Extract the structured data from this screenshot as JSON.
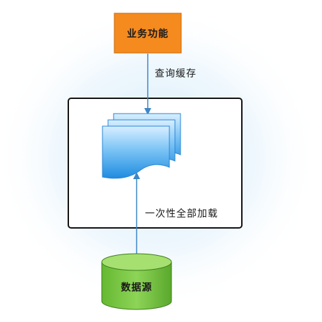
{
  "diagram": {
    "nodes": {
      "business": {
        "label": "业务功能",
        "fill": "#f58a1f"
      },
      "cache": {
        "icon": "stacked-documents-icon",
        "fill": "#3fa0ea"
      },
      "datasource": {
        "label": "数据源",
        "fill": "#7fcc45",
        "shape": "cylinder"
      }
    },
    "edges": {
      "query": {
        "label": "查询缓存"
      },
      "load": {
        "label": "一次性全部加载"
      }
    },
    "colors": {
      "arrow": "#3d87c6",
      "container_border": "#111111",
      "glow": "#d9eefa"
    }
  }
}
